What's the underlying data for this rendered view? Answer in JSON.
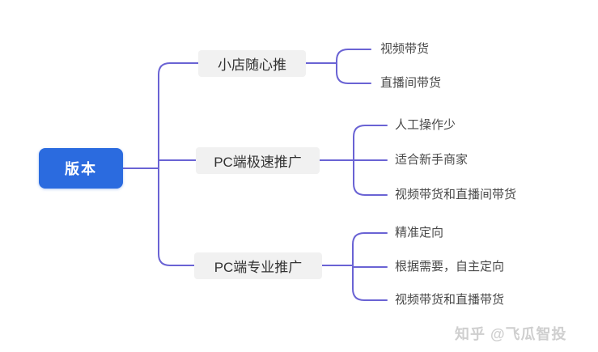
{
  "mindmap": {
    "root": {
      "label": "版本"
    },
    "branches": [
      {
        "label": "小店随心推",
        "children": [
          "视频带货",
          "直播间带货"
        ]
      },
      {
        "label": "PC端极速推广",
        "children": [
          "人工操作少",
          "适合新手商家",
          "视频带货和直播间带货"
        ]
      },
      {
        "label": "PC端专业推广",
        "children": [
          "精准定向",
          "根据需要，自主定向",
          "视频带货和直播带货"
        ]
      }
    ]
  },
  "watermark": {
    "text": "知乎 @飞瓜智投"
  },
  "colors": {
    "root_bg": "#2b6bdf",
    "root_text": "#ffffff",
    "branch_bg": "#f1f1f1",
    "branch_text": "#333333",
    "child_text": "#4a4a4a",
    "connector": "#6a63d4",
    "watermark_text": "#cfcfcf",
    "background": "#ffffff"
  }
}
